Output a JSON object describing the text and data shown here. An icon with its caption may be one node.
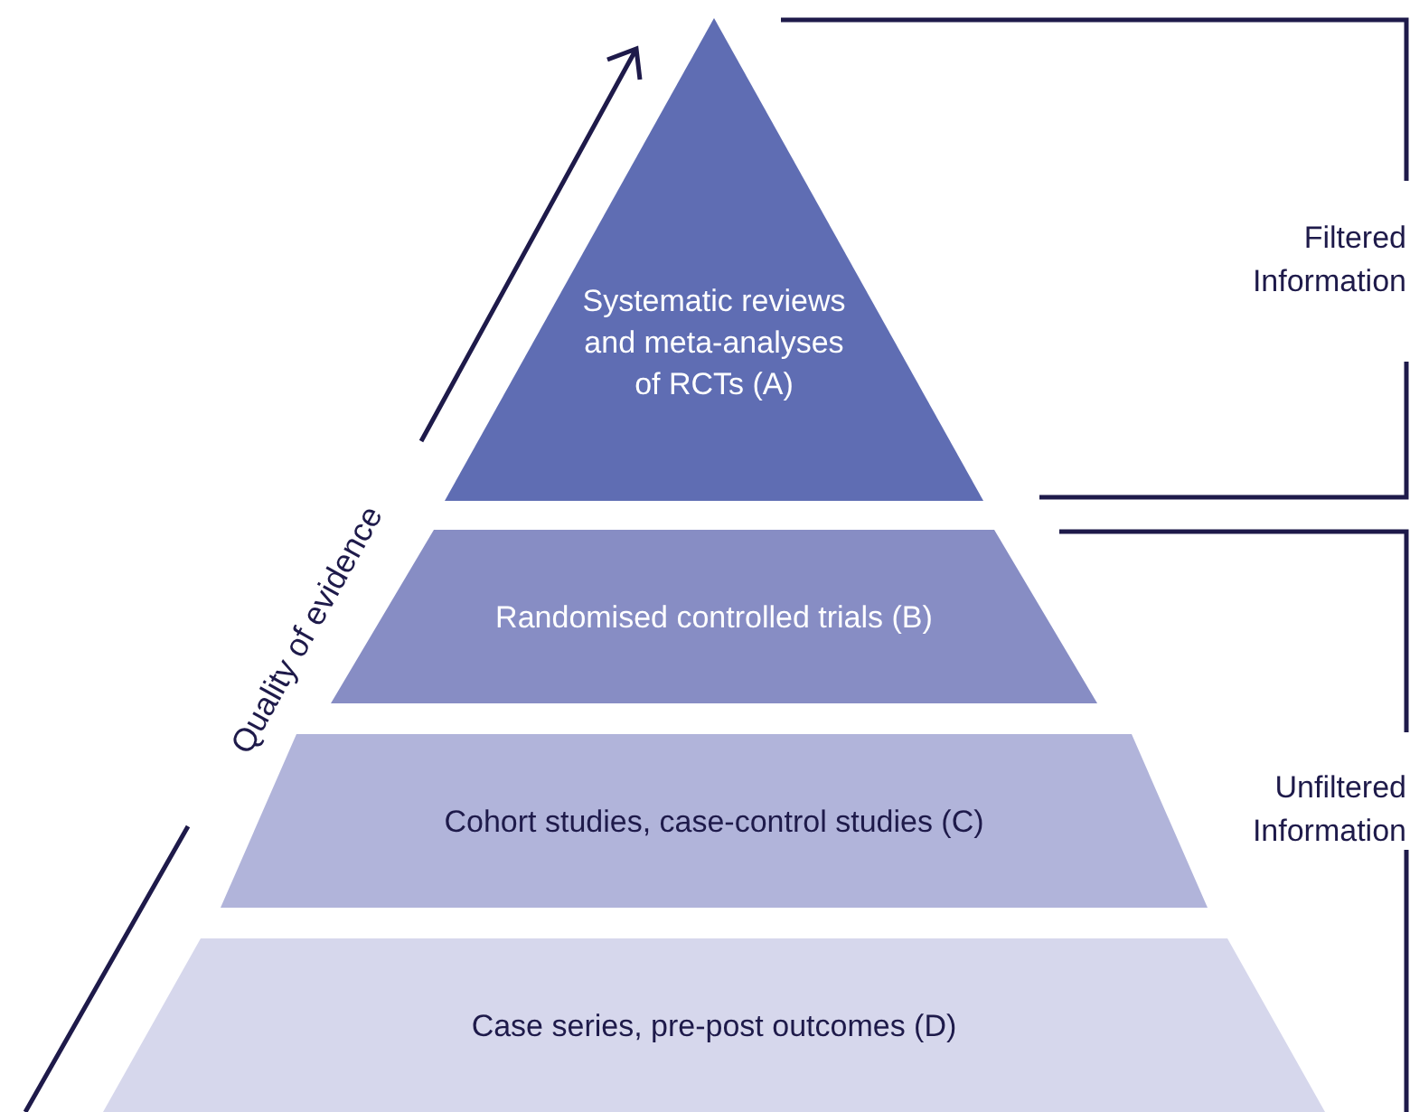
{
  "diagram": {
    "nodes": [
      {
        "text": [
          "Systematic reviews and meta-analyses of RCTs (A)"
        ]
      },
      {
        "text": [
          "Randomised controlled trials (B)"
        ]
      },
      {
        "text": [
          "Cohort studies, case-control studies (C)"
        ]
      },
      {
        "text": [
          "Case series, pre-post outcomes (D)"
        ]
      }
    ],
    "edges": [],
    "labels": [
      "Filtered Information",
      "Unfiltered Information",
      "Quality of evidence"
    ]
  }
}
